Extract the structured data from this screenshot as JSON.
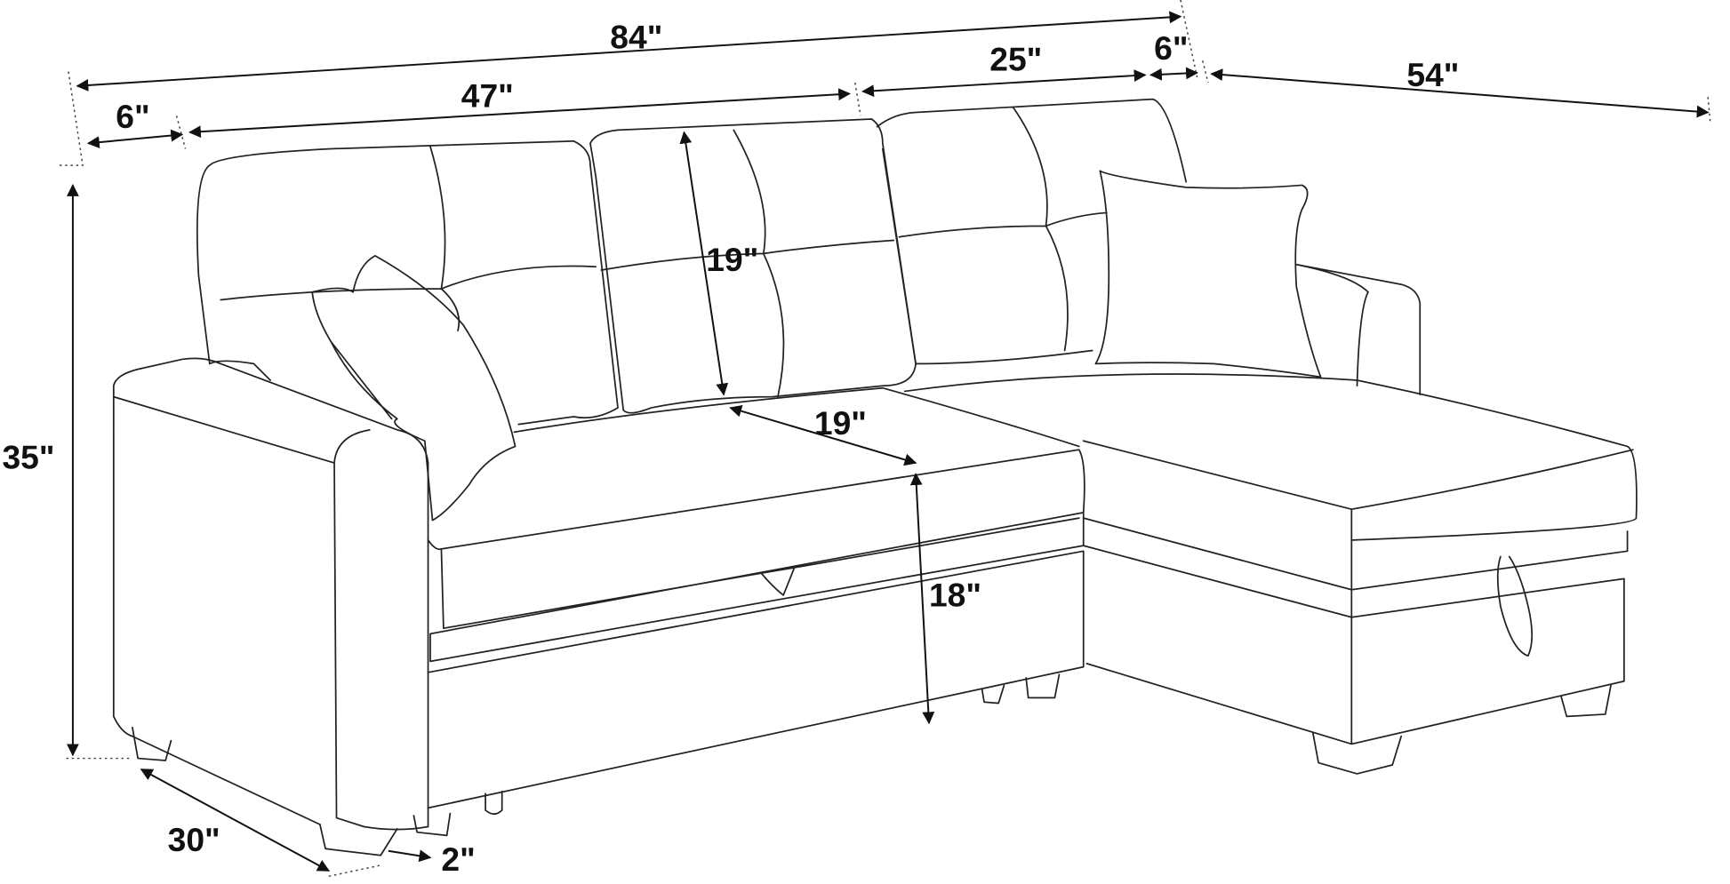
{
  "title": "Sectional sofa dimensions",
  "dimensions": {
    "overall_width": "84\"",
    "sofa_section_width": "47\"",
    "chaise_back_width": "25\"",
    "chaise_arm_width": "6\"",
    "chaise_length": "54\"",
    "left_arm_width": "6\"",
    "overall_height": "35\"",
    "back_cushion_height": "19\"",
    "seat_depth": "19\"",
    "seat_height": "18\"",
    "overall_depth": "30\"",
    "leg_height": "2\""
  },
  "colors": {
    "line": "#222222",
    "background": "#ffffff"
  }
}
